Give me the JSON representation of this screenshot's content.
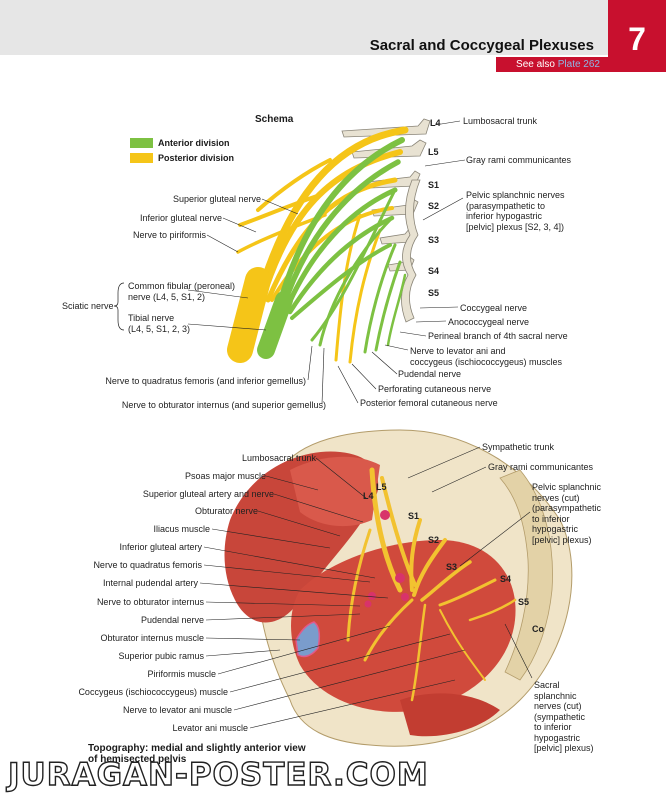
{
  "header": {
    "title": "Sacral and Coccygeal Plexuses",
    "plate_number": "7",
    "see_also_prefix": "See also ",
    "see_also_link": "Plate 262"
  },
  "schema": {
    "title": "Schema",
    "legend": [
      {
        "label": "Anterior division",
        "color": "#7dc142"
      },
      {
        "label": "Posterior division",
        "color": "#f5c518"
      }
    ],
    "levels": [
      "L4",
      "L5",
      "S1",
      "S2",
      "S3",
      "S4",
      "S5"
    ],
    "right_labels": {
      "lumbosacral_trunk": "Lumbosacral trunk",
      "gray_rami": "Gray rami communicantes",
      "pelvic_splanchnic": [
        "Pelvic splanchnic nerves",
        "(parasympathetic to",
        "inferior hypogastric",
        "[pelvic] plexus [S2, 3, 4])"
      ],
      "coccygeal": "Coccygeal nerve",
      "anococcygeal": "Anococcygeal nerve",
      "perineal_branch": "Perineal branch of 4th sacral nerve",
      "levator_ani": [
        "Nerve to levator ani and",
        "coccygeus (ischiococcygeus) muscles"
      ],
      "pudendal": "Pudendal nerve",
      "perforating": "Perforating cutaneous nerve",
      "posterior_femoral": "Posterior femoral cutaneous nerve"
    },
    "left_labels": {
      "superior_gluteal": "Superior gluteal nerve",
      "inferior_gluteal": "Inferior gluteal nerve",
      "piriformis": "Nerve to piriformis",
      "sciatic": "Sciatic nerve",
      "common_fibular": [
        "Common fibular (peroneal)",
        "nerve (L4, 5, S1, 2)"
      ],
      "tibial": [
        "Tibial nerve",
        "(L4, 5, S1, 2, 3)"
      ],
      "quadratus": "Nerve to quadratus femoris (and inferior gemellus)",
      "obturator_internus": "Nerve to obturator internus (and superior gemellus)"
    }
  },
  "topography": {
    "left_labels": [
      "Lumbosacral trunk",
      "Psoas major muscle",
      "Superior gluteal artery and nerve",
      "Obturator nerve",
      "Iliacus muscle",
      "Inferior gluteal artery",
      "Nerve to quadratus femoris",
      "Internal pudendal artery",
      "Nerve to obturator internus",
      "Pudendal nerve",
      "Obturator internus muscle",
      "Superior pubic ramus",
      "Piriformis muscle",
      "Coccygeus (ischiococcygeus) muscle",
      "Nerve to levator ani muscle",
      "Levator ani muscle"
    ],
    "level_labels": [
      "L4",
      "L5",
      "S1",
      "S2",
      "S3",
      "S4",
      "S5",
      "Co"
    ],
    "sympathetic_trunk": "Sympathetic trunk",
    "gray_rami": "Gray rami communicantes",
    "pelvic_splanchnic_cut": [
      "Pelvic splanchnic",
      "nerves (cut)",
      "(parasympathetic",
      "to inferior",
      "hypogastric",
      "[pelvic] plexus)"
    ],
    "sacral_splanchnic_cut": [
      "Sacral",
      "splanchnic",
      "nerves (cut)",
      "(sympathetic",
      "to inferior",
      "hypogastric",
      "[pelvic] plexus)"
    ],
    "caption": [
      "Topography: medial and slightly anterior view",
      "of hemisected pelvis"
    ]
  },
  "watermark": "JURAGAN-POSTER.COM"
}
